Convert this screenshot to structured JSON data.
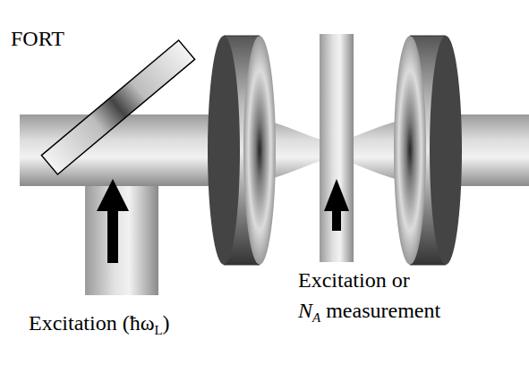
{
  "diagram": {
    "labels": [
      "FORT",
      "Excitation (ħω",
      "L",
      ")",
      "Excitation or",
      "N",
      "A",
      "measurement"
    ]
  }
}
